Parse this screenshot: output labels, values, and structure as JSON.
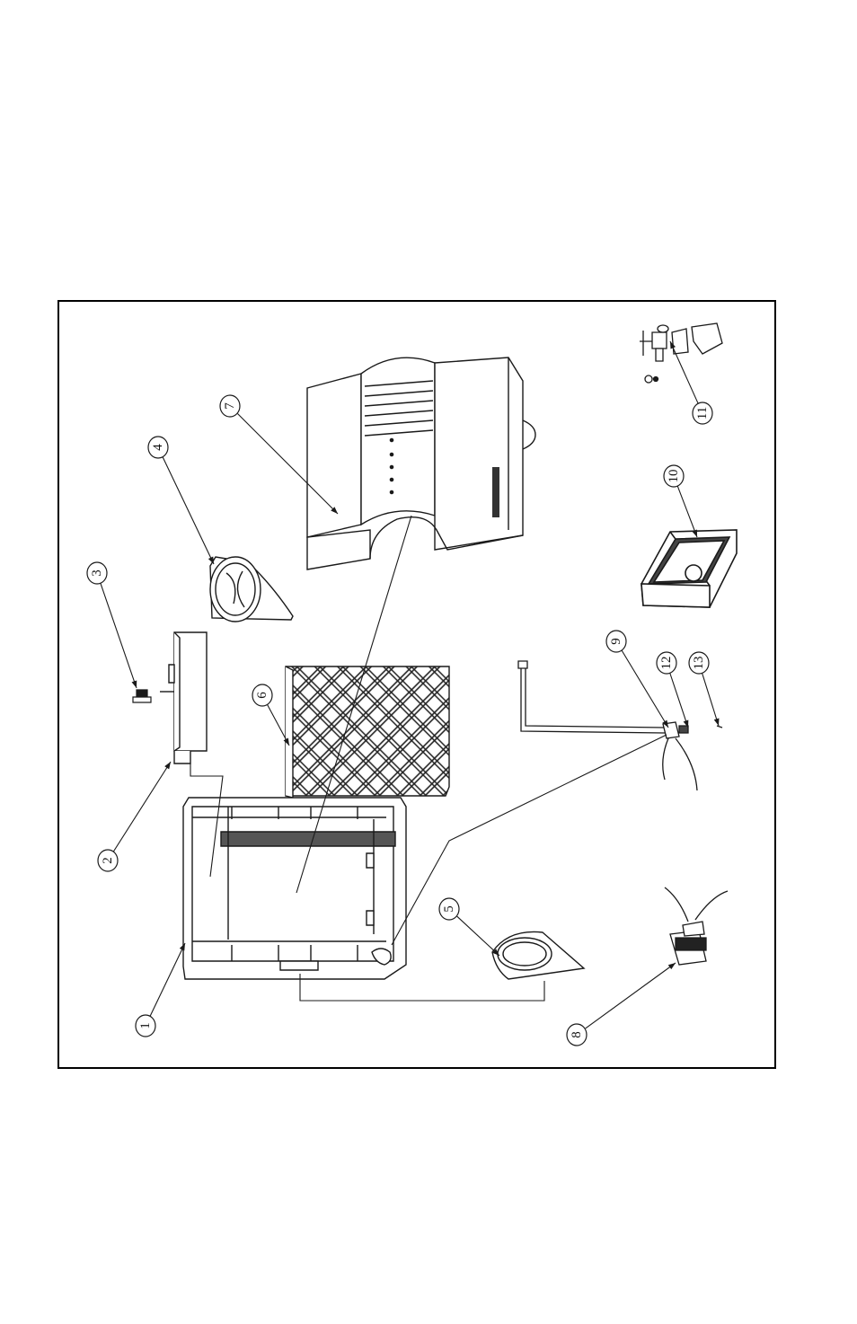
{
  "diagram": {
    "callouts": [
      {
        "id": "1",
        "label": "1"
      },
      {
        "id": "2",
        "label": "2"
      },
      {
        "id": "3",
        "label": "3"
      },
      {
        "id": "4",
        "label": "4"
      },
      {
        "id": "5",
        "label": "5"
      },
      {
        "id": "6",
        "label": "6"
      },
      {
        "id": "7",
        "label": "7"
      },
      {
        "id": "8",
        "label": "8"
      },
      {
        "id": "9",
        "label": "9"
      },
      {
        "id": "10",
        "label": "10"
      },
      {
        "id": "11",
        "label": "11"
      },
      {
        "id": "12",
        "label": "12"
      },
      {
        "id": "13",
        "label": "13"
      }
    ],
    "colors": {
      "line": "#1a1a1a",
      "hatch": "#333333",
      "dark": "#222222"
    }
  }
}
